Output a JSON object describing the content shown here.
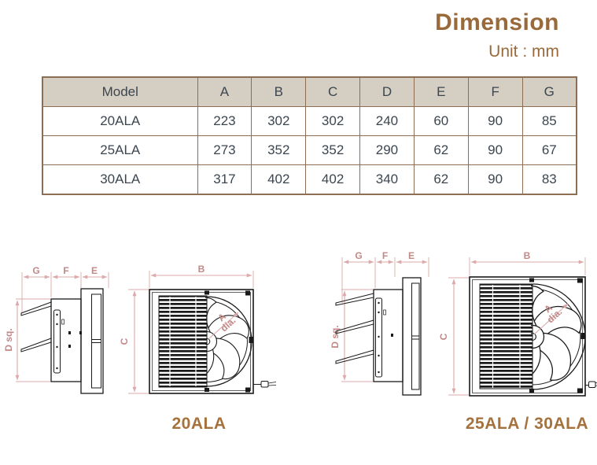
{
  "page": {
    "title": "Dimension",
    "unit": "Unit : mm"
  },
  "colors": {
    "accent_brown": "#99693a",
    "table_border": "#8d6e52",
    "table_header_bg": "#d5cec3",
    "table_text": "#3c4650",
    "dimension_line": "#dcaaaa",
    "dimension_label": "#c28888",
    "drawing_line": "#1a1a1a"
  },
  "table": {
    "headers": [
      "Model",
      "A",
      "B",
      "C",
      "D",
      "E",
      "F",
      "G"
    ],
    "rows": [
      {
        "model": "20ALA",
        "cells": [
          "223",
          "302",
          "302",
          "240",
          "60",
          "90",
          "85"
        ]
      },
      {
        "model": "25ALA",
        "cells": [
          "273",
          "352",
          "352",
          "290",
          "62",
          "90",
          "67"
        ]
      },
      {
        "model": "30ALA",
        "cells": [
          "317",
          "402",
          "402",
          "340",
          "62",
          "90",
          "83"
        ]
      }
    ]
  },
  "diagrams": {
    "labels": {
      "g": "G",
      "f": "F",
      "e": "E",
      "d_sq": "D sq.",
      "c": "C",
      "b": "B",
      "a": "A",
      "dia": "dia."
    },
    "left_caption": "20ALA",
    "right_caption": "25ALA / 30ALA"
  }
}
